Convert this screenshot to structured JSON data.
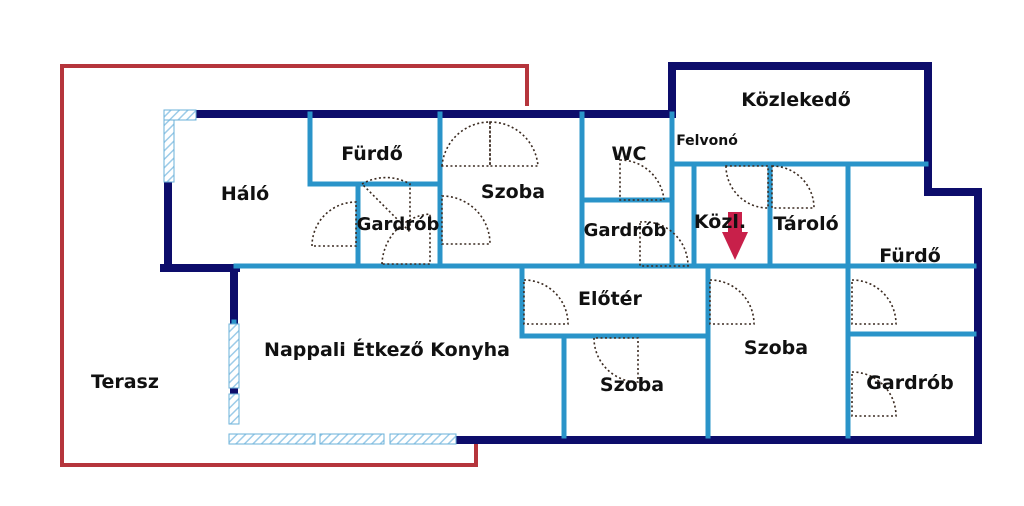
{
  "colors": {
    "outer_wall": "#0d0d6b",
    "inner_wall": "#2a94c9",
    "terrace_outline": "#b5353c",
    "window_hatch": "#9ccbe8",
    "door_arc": "#3a2a20",
    "entrance_arrow": "#c8204a"
  },
  "icons": {
    "entrance_marker": "down-arrow-icon"
  },
  "rooms": {
    "terasz": "Terasz",
    "halo": "Háló",
    "furdo_1": "Fürdő",
    "gardrob_1": "Gardrób",
    "szoba_1": "Szoba",
    "wc": "WC",
    "felvono": "Felvonó",
    "kozlekedo": "Közlekedő",
    "gardrob_2": "Gardrób",
    "kozl": "Közl.",
    "tarolo": "Tároló",
    "furdo_2": "Fürdő",
    "eloter": "Előtér",
    "nappali": "Nappali Étkező Konyha",
    "szoba_2": "Szoba",
    "szoba_3": "Szoba",
    "gardrob_3": "Gardrób"
  }
}
